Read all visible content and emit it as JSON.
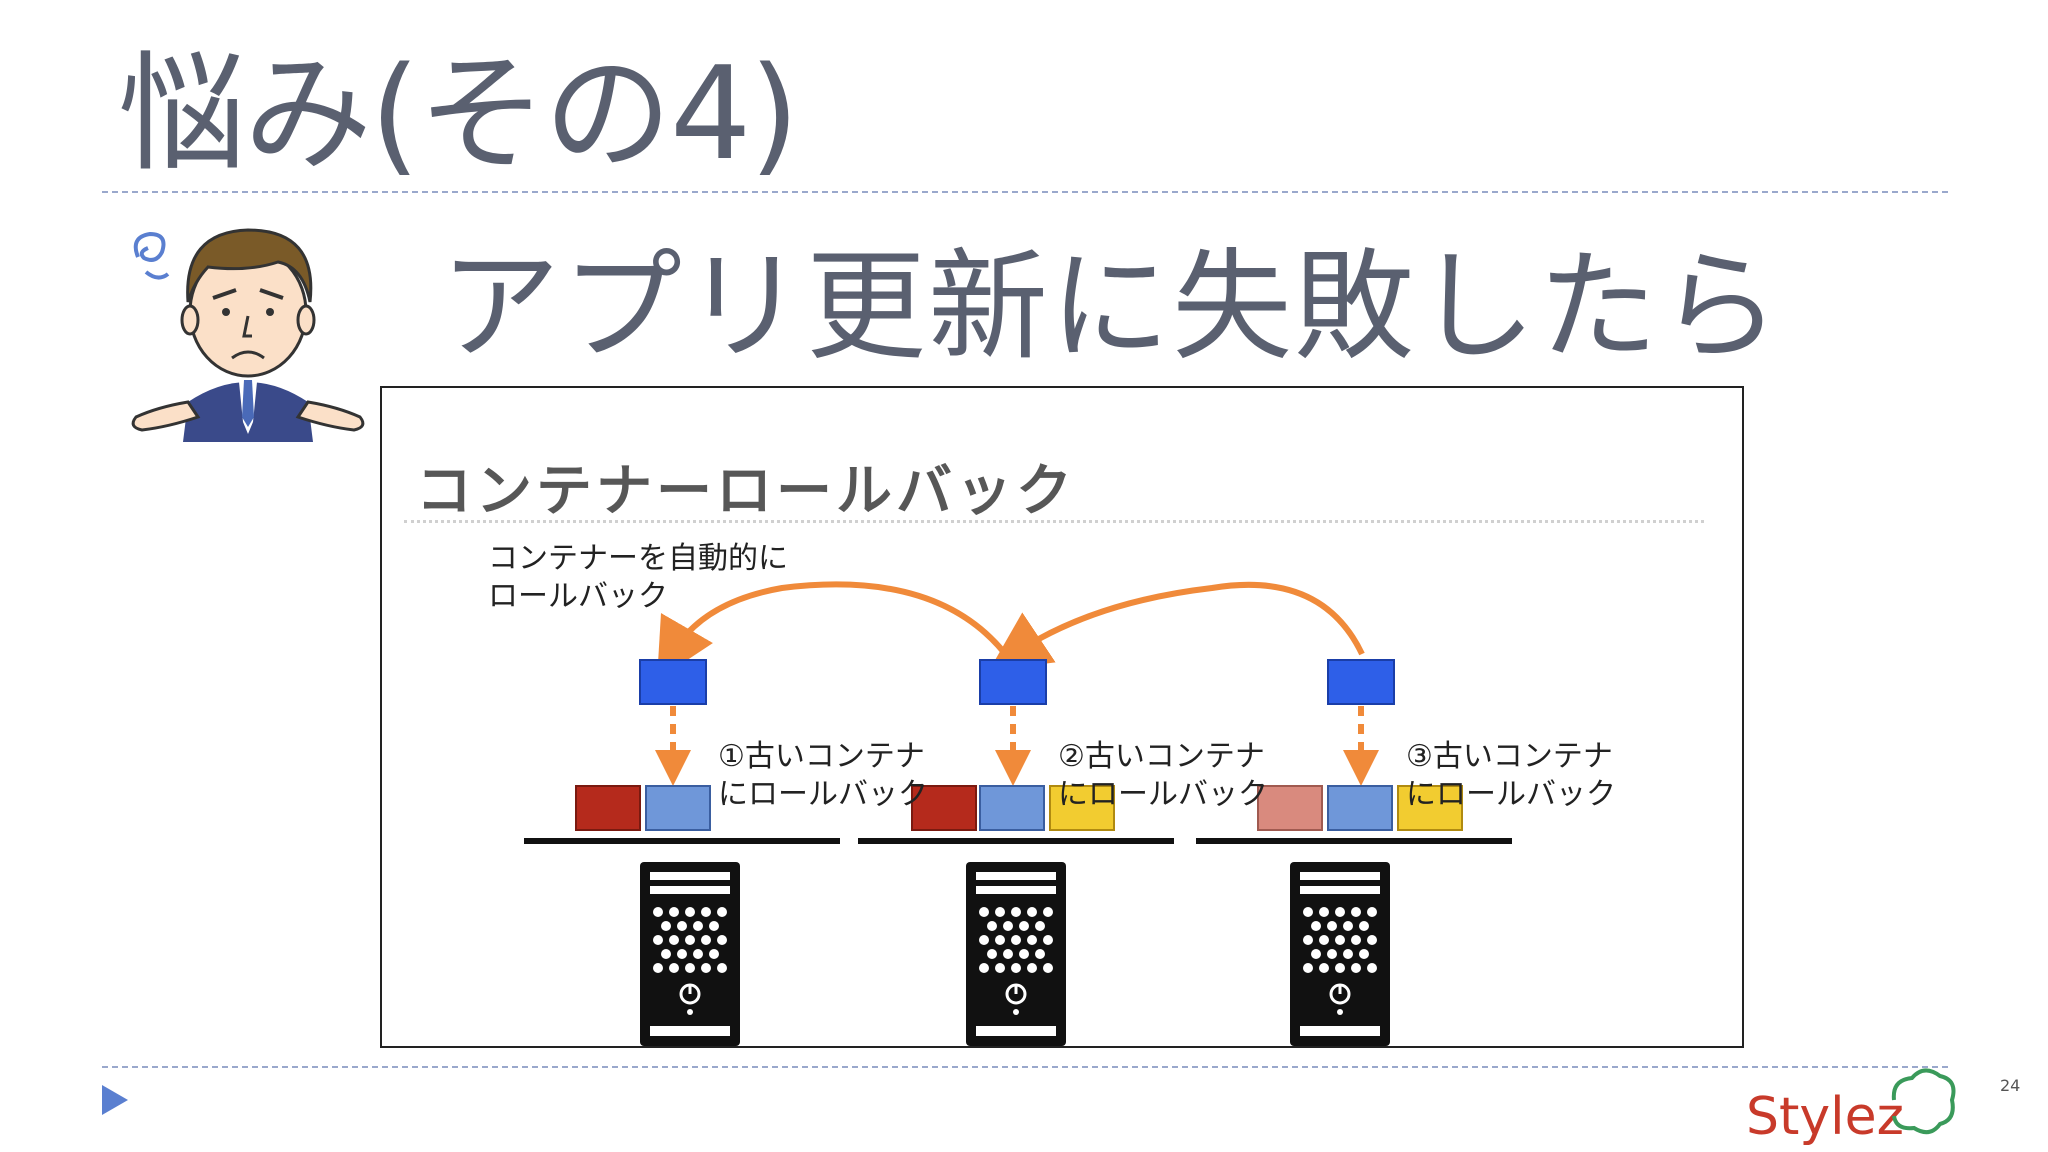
{
  "slide": {
    "title": "悩み(その4)",
    "subtitle": "アプリ更新に失敗したら",
    "page_number": "24",
    "logo_text": "Stylez"
  },
  "embedded_slide": {
    "title": "コンテナーロールバック",
    "note_line1": "コンテナーを自動的に",
    "note_line2": "ロールバック",
    "steps": [
      {
        "line1": "①古いコンテナ",
        "line2": "にロールバック"
      },
      {
        "line1": "②古いコンテナ",
        "line2": "にロールバック"
      },
      {
        "line1": "③古いコンテナ",
        "line2": "にロールバック"
      }
    ]
  },
  "colors": {
    "title_text": "#5a6070",
    "dash_line": "#9aa8cc",
    "arrow": "#f08a3a",
    "new_container": "#2e5fe8",
    "old_container": "#6f97d9",
    "red_container": "#b52a1c",
    "faded_red_container": "#d98a7e",
    "yellow_container": "#f2cc30",
    "play_icon": "#5a7fd0"
  },
  "icons": {
    "character": "worried-businessman-icon",
    "server": "server-tower-icon",
    "power": "power-icon",
    "play": "play-triangle-icon",
    "logo": "stylez-cloud-logo"
  }
}
